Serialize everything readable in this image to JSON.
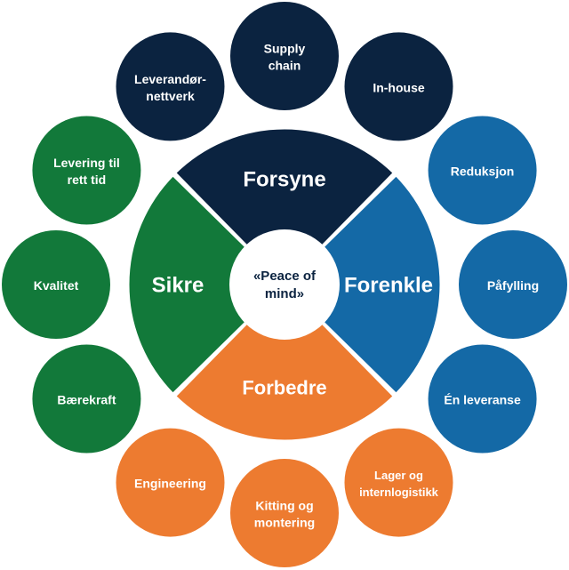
{
  "colors": {
    "navy": "#0b2340",
    "blue": "#1469a6",
    "green": "#12793a",
    "orange": "#ed7b30",
    "white": "#ffffff"
  },
  "center": {
    "lines": [
      "«Peace of",
      "mind»"
    ]
  },
  "sectors": [
    {
      "key": "forsyne",
      "label": "Forsyne",
      "color": "#0b2340"
    },
    {
      "key": "forenkle",
      "label": "Forenkle",
      "color": "#1469a6"
    },
    {
      "key": "forbedre",
      "label": "Forbedre",
      "color": "#ed7b30"
    },
    {
      "key": "sikre",
      "label": "Sikre",
      "color": "#12793a"
    }
  ],
  "outer_circles": [
    {
      "key": "supply-chain",
      "group": "forsyne",
      "lines": [
        "Supply",
        "chain"
      ]
    },
    {
      "key": "in-house",
      "group": "forsyne",
      "lines": [
        "In-house"
      ]
    },
    {
      "key": "reduksjon",
      "group": "forenkle",
      "lines": [
        "Reduksjon"
      ]
    },
    {
      "key": "pafylling",
      "group": "forenkle",
      "lines": [
        "Påfylling"
      ]
    },
    {
      "key": "en-leveranse",
      "group": "forenkle",
      "lines": [
        "Én leveranse"
      ]
    },
    {
      "key": "lager-og-internlogistikk",
      "group": "forbedre",
      "lines": [
        "Lager og",
        "internlogistikk"
      ]
    },
    {
      "key": "kitting-og-montering",
      "group": "forbedre",
      "lines": [
        "Kitting og",
        "montering"
      ]
    },
    {
      "key": "engineering",
      "group": "forbedre",
      "lines": [
        "Engineering"
      ]
    },
    {
      "key": "baerekraft",
      "group": "sikre",
      "lines": [
        "Bærekraft"
      ]
    },
    {
      "key": "kvalitet",
      "group": "sikre",
      "lines": [
        "Kvalitet"
      ]
    },
    {
      "key": "levering-til-rett-tid",
      "group": "sikre",
      "lines": [
        "Levering til",
        "rett tid"
      ]
    },
    {
      "key": "leverandor-nettverk",
      "group": "forsyne",
      "lines": [
        "Leverandør-",
        "nettverk"
      ]
    }
  ]
}
